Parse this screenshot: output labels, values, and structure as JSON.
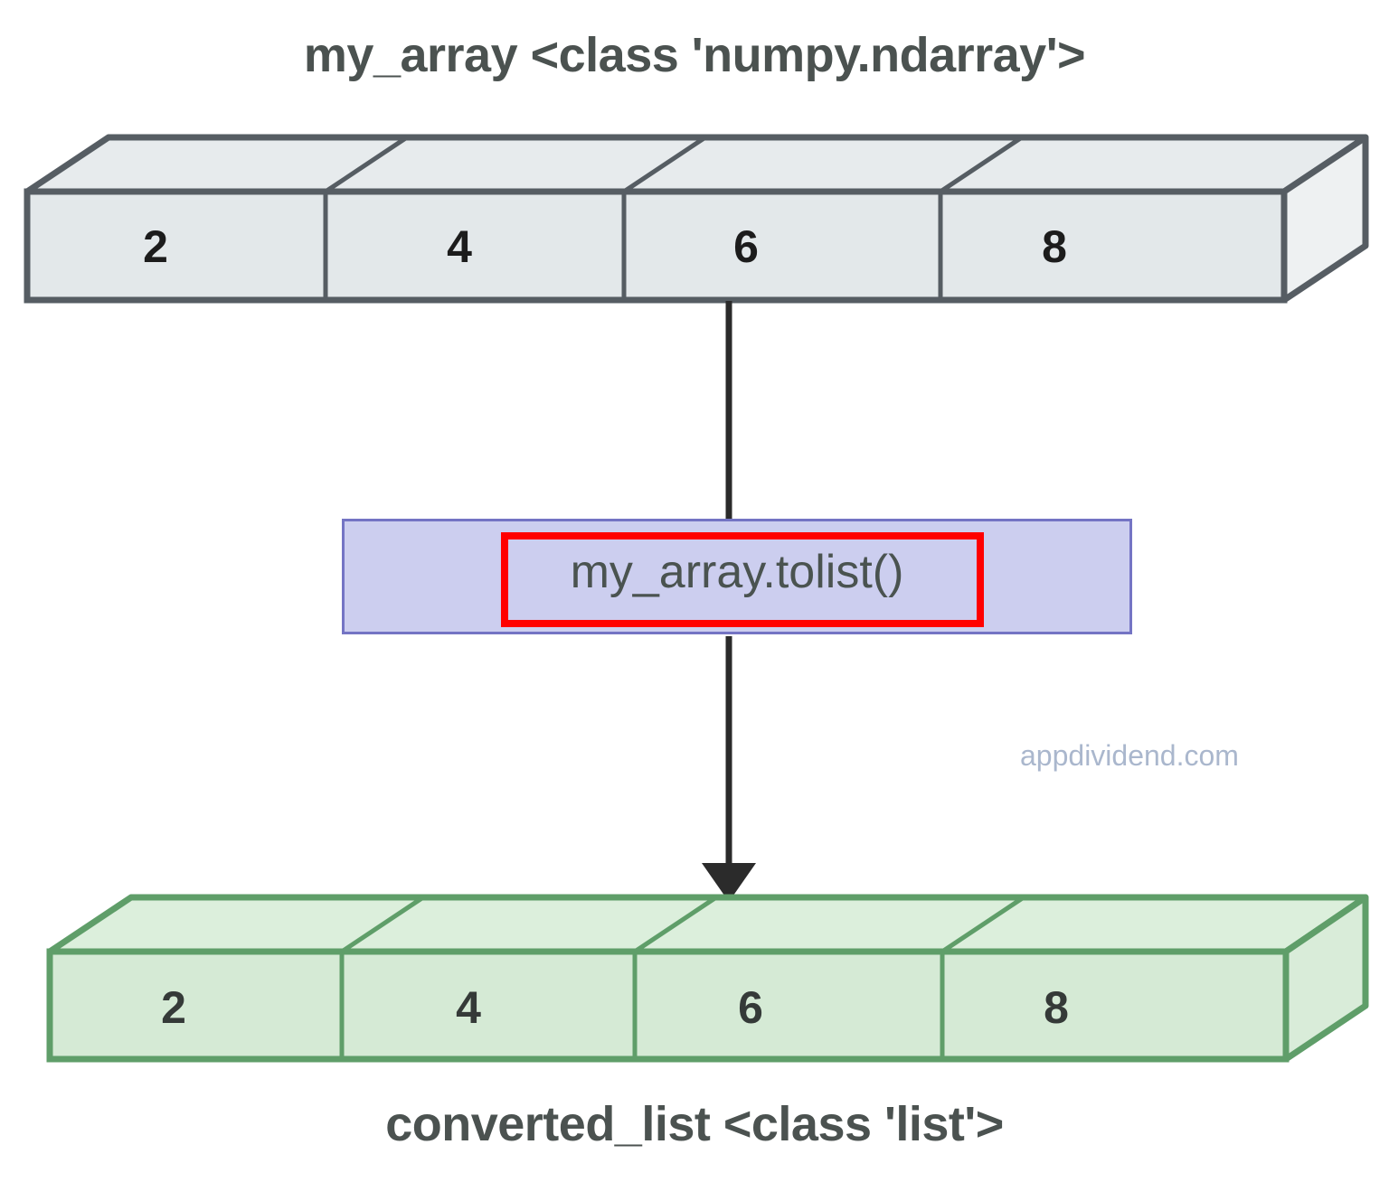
{
  "diagram": {
    "top_title": "my_array <class 'numpy.ndarray'>",
    "bottom_title": "converted_list <class 'list'>",
    "operation_label": "my_array.tolist()",
    "watermark": "appdividend.com"
  },
  "arrays": {
    "source": {
      "name": "my_array",
      "type": "numpy.ndarray",
      "values": [
        "2",
        "4",
        "6",
        "8"
      ],
      "fill_color": "#e3e8ea",
      "stroke_color": "#565d63",
      "top_face_color": "#e7ebed",
      "side_face_color": "#eef1f2"
    },
    "result": {
      "name": "converted_list",
      "type": "list",
      "values": [
        "2",
        "4",
        "6",
        "8"
      ],
      "fill_color": "#d5ead5",
      "stroke_color": "#5f9e69",
      "top_face_color": "#dcefdc",
      "side_face_color": "#d9ecd9"
    }
  },
  "operation": {
    "label": "my_array.tolist()",
    "box_fill": "#ccceef",
    "box_stroke": "#7474c4",
    "highlight_stroke": "#ff0000"
  },
  "arrow": {
    "color": "#2b2b2b",
    "direction": "down"
  }
}
